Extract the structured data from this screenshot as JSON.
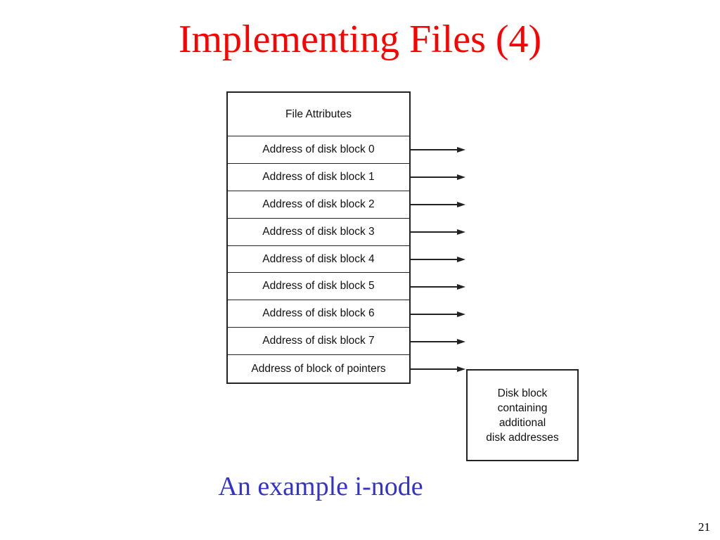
{
  "slide": {
    "title": "Implementing Files (4)",
    "caption": "An example i-node",
    "page_number": "21"
  },
  "colors": {
    "title": "#ff0000",
    "caption": "#3333cc",
    "lines": "#222222"
  },
  "inode": {
    "header": "File Attributes",
    "rows": [
      "Address of disk block 0",
      "Address of disk block 1",
      "Address of disk block 2",
      "Address of disk block 3",
      "Address of disk block 4",
      "Address of disk block 5",
      "Address of disk block 6",
      "Address of disk block 7",
      "Address of block of pointers"
    ]
  },
  "indirect_block": {
    "lines": [
      "Disk block",
      "containing",
      "additional",
      "disk addresses"
    ]
  }
}
